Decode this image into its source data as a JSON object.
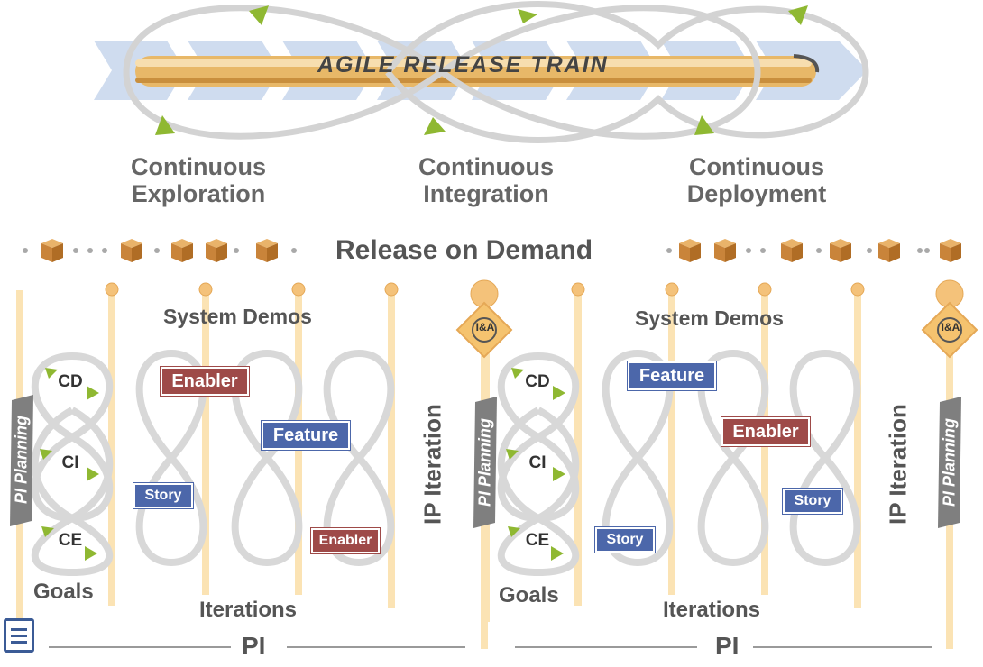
{
  "train": {
    "title": "AGILE RELEASE TRAIN"
  },
  "phases": [
    "Continuous\nExploration",
    "Continuous\nIntegration",
    "Continuous\nDeployment"
  ],
  "release": {
    "label": "Release on Demand"
  },
  "pis": [
    {
      "pi_planning": "PI Planning",
      "goals": "Goals",
      "loop_labels": [
        "CD",
        "CI",
        "CE"
      ],
      "system_demos": "System Demos",
      "iterations": "Iterations",
      "ip_iteration": "IP Iteration",
      "ia": "I&A",
      "pi_label": "PI",
      "badges": [
        {
          "type": "enabler",
          "text": "Enabler"
        },
        {
          "type": "feature",
          "text": "Feature"
        },
        {
          "type": "story",
          "text": "Story"
        },
        {
          "type": "enabler",
          "text": "Enabler"
        }
      ]
    },
    {
      "pi_planning": "PI Planning",
      "goals": "Goals",
      "loop_labels": [
        "CD",
        "CI",
        "CE"
      ],
      "system_demos": "System Demos",
      "iterations": "Iterations",
      "ip_iteration": "IP Iteration",
      "ia": "I&A",
      "pi_label": "PI",
      "badges": [
        {
          "type": "feature",
          "text": "Feature"
        },
        {
          "type": "enabler",
          "text": "Enabler"
        },
        {
          "type": "story",
          "text": "Story"
        },
        {
          "type": "story",
          "text": "Story"
        }
      ]
    }
  ],
  "trailing_planning": "PI Planning",
  "colors": {
    "loop": "#d8d8d8",
    "arrow": "#8fb832",
    "timeline": "#fbe3b4",
    "milestone": "#f4c27a",
    "enabler": "#9e4a48",
    "feature": "#4c67aa",
    "train_gold": "#e8b868",
    "chevron": "#cfdcef"
  }
}
